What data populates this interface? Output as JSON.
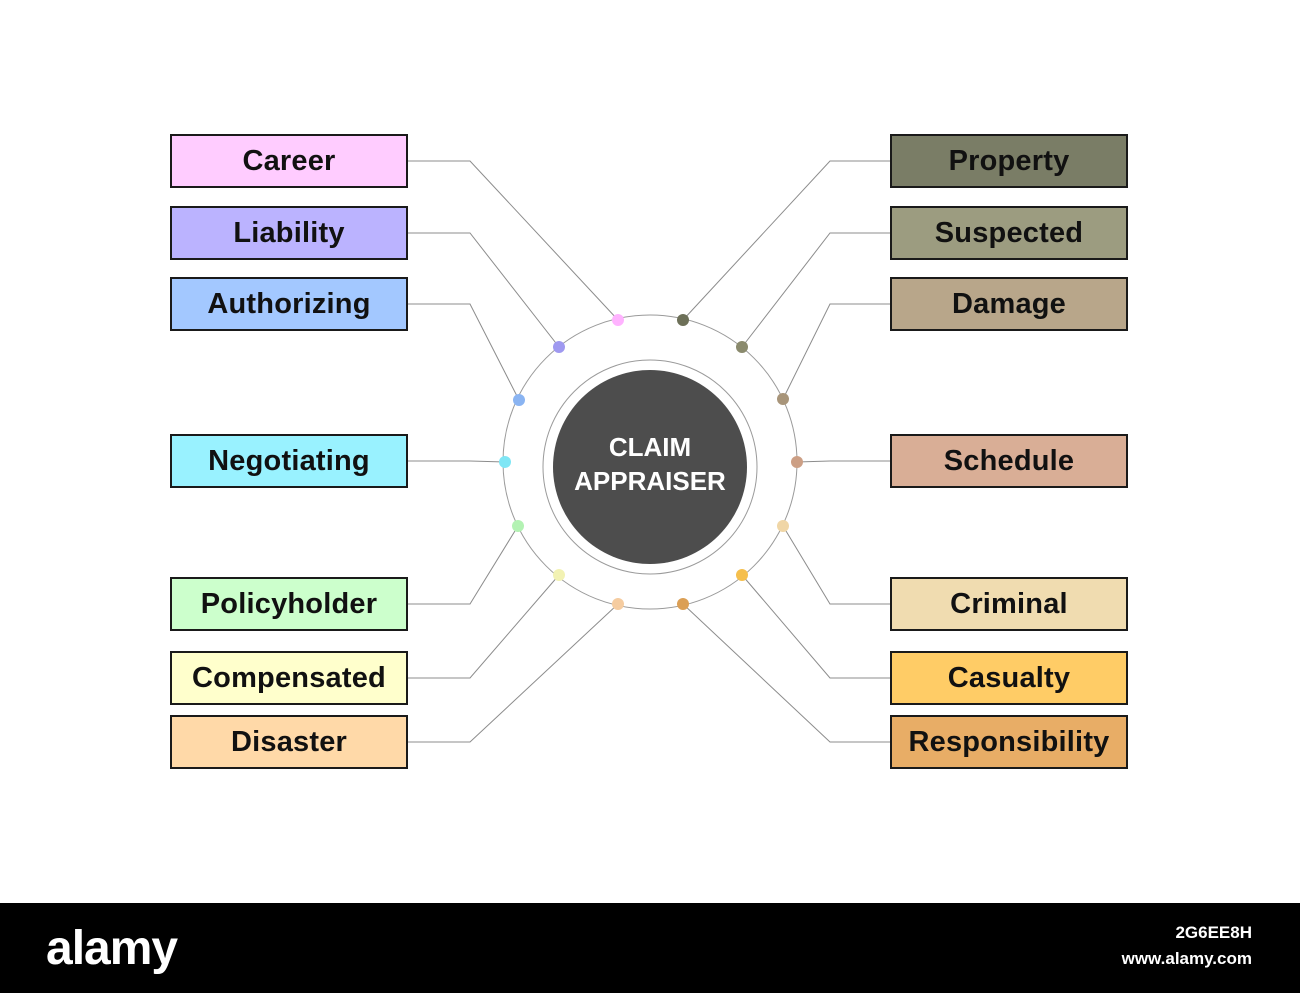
{
  "center": {
    "line1": "CLAIM",
    "line2": "APPRAISER",
    "color": "#4d4d4d"
  },
  "left_items": [
    {
      "label": "Career",
      "color": "#ffccff",
      "dot": "#ffb3ff"
    },
    {
      "label": "Liability",
      "color": "#bbb3ff",
      "dot": "#9f99f0"
    },
    {
      "label": "Authorizing",
      "color": "#a3c8ff",
      "dot": "#8ab4f2"
    },
    {
      "label": "Negotiating",
      "color": "#99f2ff",
      "dot": "#7fe6f5"
    },
    {
      "label": "Policyholder",
      "color": "#ccffcc",
      "dot": "#b3f2b3"
    },
    {
      "label": "Compensated",
      "color": "#ffffcc",
      "dot": "#f2f2b3"
    },
    {
      "label": "Disaster",
      "color": "#ffd9a8",
      "dot": "#f5cca0"
    }
  ],
  "right_items": [
    {
      "label": "Property",
      "color": "#7a7d66",
      "dot": "#6d7058"
    },
    {
      "label": "Suspected",
      "color": "#9c9c80",
      "dot": "#8a8a6d"
    },
    {
      "label": "Damage",
      "color": "#b8a68a",
      "dot": "#a8957a"
    },
    {
      "label": "Schedule",
      "color": "#d9ae96",
      "dot": "#cc9f85"
    },
    {
      "label": "Criminal",
      "color": "#f0dcb0",
      "dot": "#f0d6a6"
    },
    {
      "label": "Casualty",
      "color": "#ffcc66",
      "dot": "#f5bf4d"
    },
    {
      "label": "Responsibility",
      "color": "#e8ad66",
      "dot": "#db9f55"
    }
  ],
  "footer": {
    "logo": "alamy",
    "image_id": "2G6EE8H",
    "url": "www.alamy.com"
  }
}
